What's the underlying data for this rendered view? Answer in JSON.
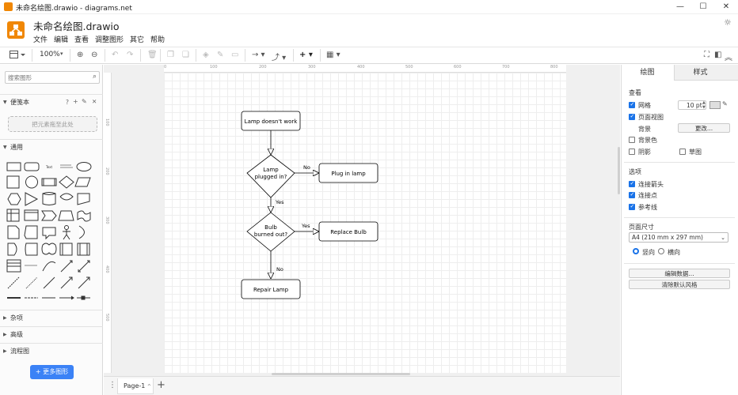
{
  "window": {
    "title": "未命名绘图.drawio - diagrams.net",
    "minimize": "—",
    "maximize": "☐",
    "close": "✕"
  },
  "app": {
    "doc_name": "未命名绘图.drawio",
    "menus": [
      "文件",
      "编辑",
      "查看",
      "调整图形",
      "其它",
      "帮助"
    ]
  },
  "toolbar": {
    "zoom": "100%"
  },
  "left": {
    "search_placeholder": "搜索图形",
    "scratchpad": "便笺本",
    "scratch_help": "?",
    "scratch_add": "+",
    "scratch_edit": "✎",
    "scratch_close": "✕",
    "drop_hint": "把元素拖至此处",
    "general": "通用",
    "sections": [
      "杂项",
      "高级",
      "流程图"
    ],
    "more_shapes": "+ 更多图形"
  },
  "ruler": {
    "top_ticks": [
      "0",
      "100",
      "200",
      "300",
      "400",
      "500",
      "600",
      "700",
      "800"
    ],
    "left_ticks": [
      "100",
      "200",
      "300",
      "400",
      "500"
    ]
  },
  "flowchart": {
    "nodes": {
      "start": "Lamp doesn't work",
      "plugged": [
        "Lamp",
        "plugged in?"
      ],
      "plug": "Plug in lamp",
      "bulb": [
        "Bulb",
        "burned out?"
      ],
      "replace": "Replace Bulb",
      "repair": "Repair Lamp"
    },
    "edges": {
      "no1": "No",
      "yes1": "Yes",
      "yes2": "Yes",
      "no2": "No"
    }
  },
  "bottom": {
    "page_tab": "Page-1",
    "add_page": "+"
  },
  "right": {
    "tabs": [
      "绘图",
      "样式"
    ],
    "view_title": "查看",
    "grid": "网格",
    "grid_size": "10 pt",
    "page_view": "页面视图",
    "background": "背景",
    "change_btn": "更改...",
    "bg_color": "背景色",
    "shadow": "阴影",
    "sketch": "草图",
    "options_title": "选项",
    "connection_arrows": "连接箭头",
    "connection_points": "连接点",
    "guides": "参考线",
    "paper_size_title": "页面尺寸",
    "paper_size": "A4 (210 mm x 297 mm)",
    "portrait": "竖向",
    "landscape": "横向",
    "edit_data": "编辑数据...",
    "clear_style": "清除默认风格"
  },
  "colors": {
    "accent": "#f08705",
    "primary": "#3b82f6",
    "checkbox": "#1a73e8"
  }
}
